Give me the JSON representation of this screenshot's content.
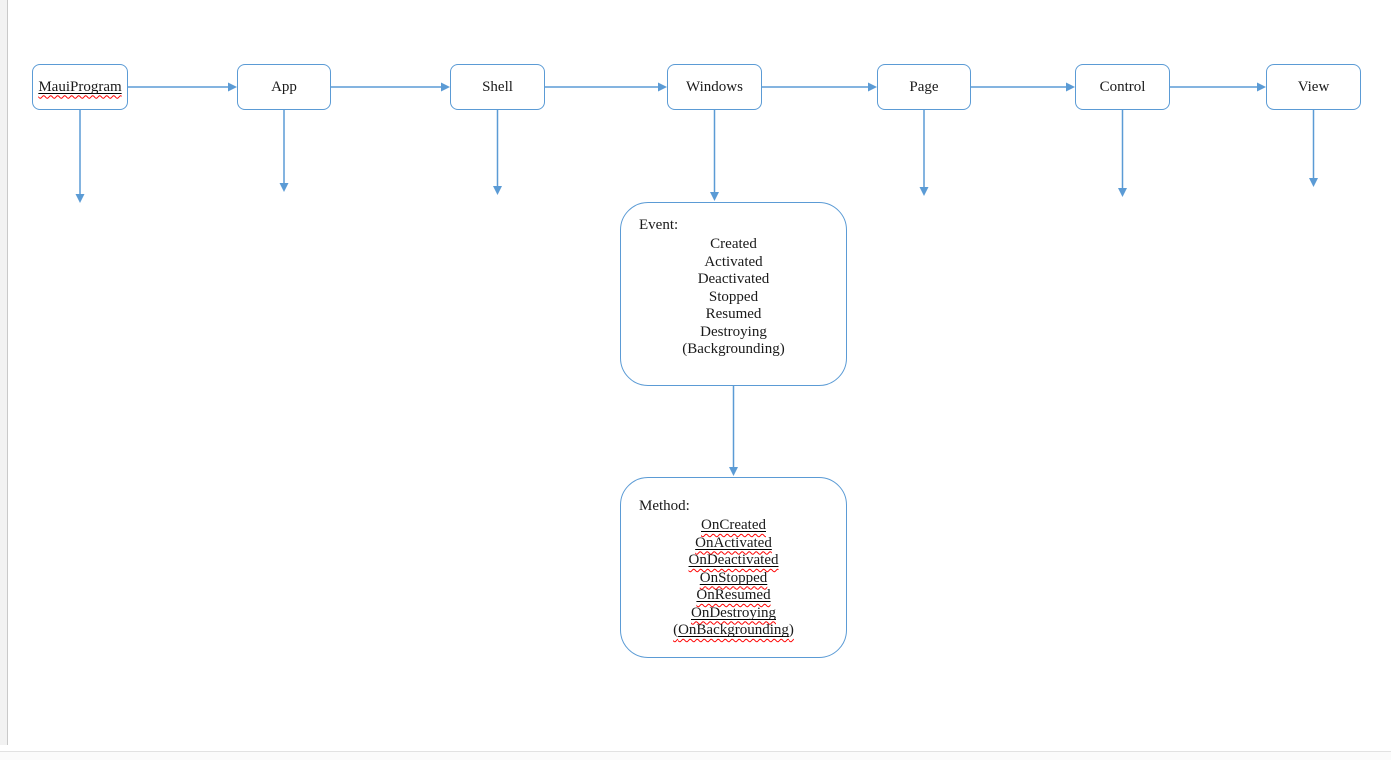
{
  "nodes": [
    "MauiProgram",
    "App",
    "Shell",
    "Windows",
    "Page",
    "Control",
    "View"
  ],
  "event_box": {
    "title": "Event:",
    "items": [
      "Created",
      "Activated",
      "Deactivated",
      "Stopped",
      "Resumed",
      "Destroying",
      "(Backgrounding)"
    ]
  },
  "method_box": {
    "title": "Method:",
    "items": [
      {
        "pre": "",
        "text": "OnCreated",
        "post": ""
      },
      {
        "pre": "",
        "text": "OnActivated",
        "post": ""
      },
      {
        "pre": "",
        "text": "OnDeactivated",
        "post": ""
      },
      {
        "pre": "",
        "text": "OnStopped",
        "post": ""
      },
      {
        "pre": "",
        "text": "OnResumed",
        "post": ""
      },
      {
        "pre": "",
        "text": "OnDestroying",
        "post": ""
      },
      {
        "pre": "(",
        "text": "OnBackgrounding",
        "post": ")"
      }
    ]
  },
  "colors": {
    "accent": "#5B9BD5",
    "spellcheck_squiggle": "#FF0000",
    "page_edge": "#C9C9C9"
  }
}
